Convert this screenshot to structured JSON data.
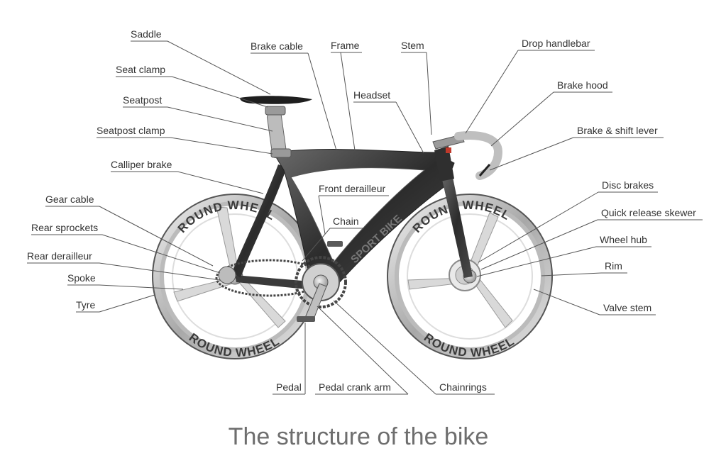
{
  "title": "The structure of the bike",
  "branding": {
    "wheel_text": "ROUND WHEEL",
    "frame_text": "SPORT BIKE"
  },
  "labels": {
    "saddle": "Saddle",
    "seat_clamp": "Seat clamp",
    "seatpost": "Seatpost",
    "seatpost_clamp": "Seatpost clamp",
    "calliper_brake": "Calliper brake",
    "gear_cable": "Gear cable",
    "rear_sprockets": "Rear sprockets",
    "rear_derailleur": "Rear derailleur",
    "spoke": "Spoke",
    "tyre": "Tyre",
    "brake_cable": "Brake cable",
    "frame": "Frame",
    "stem": "Stem",
    "headset": "Headset",
    "front_derailleur": "Front derailleur",
    "chain": "Chain",
    "drop_handlebar": "Drop handlebar",
    "brake_hood": "Brake hood",
    "brake_shift_lever": "Brake & shift lever",
    "disc_brakes": "Disc brakes",
    "quick_release_skewer": "Quick release skewer",
    "wheel_hub": "Wheel hub",
    "rim": "Rim",
    "valve_stem": "Valve stem",
    "pedal": "Pedal",
    "pedal_crank_arm": "Pedal crank arm",
    "chainrings": "Chainrings"
  }
}
